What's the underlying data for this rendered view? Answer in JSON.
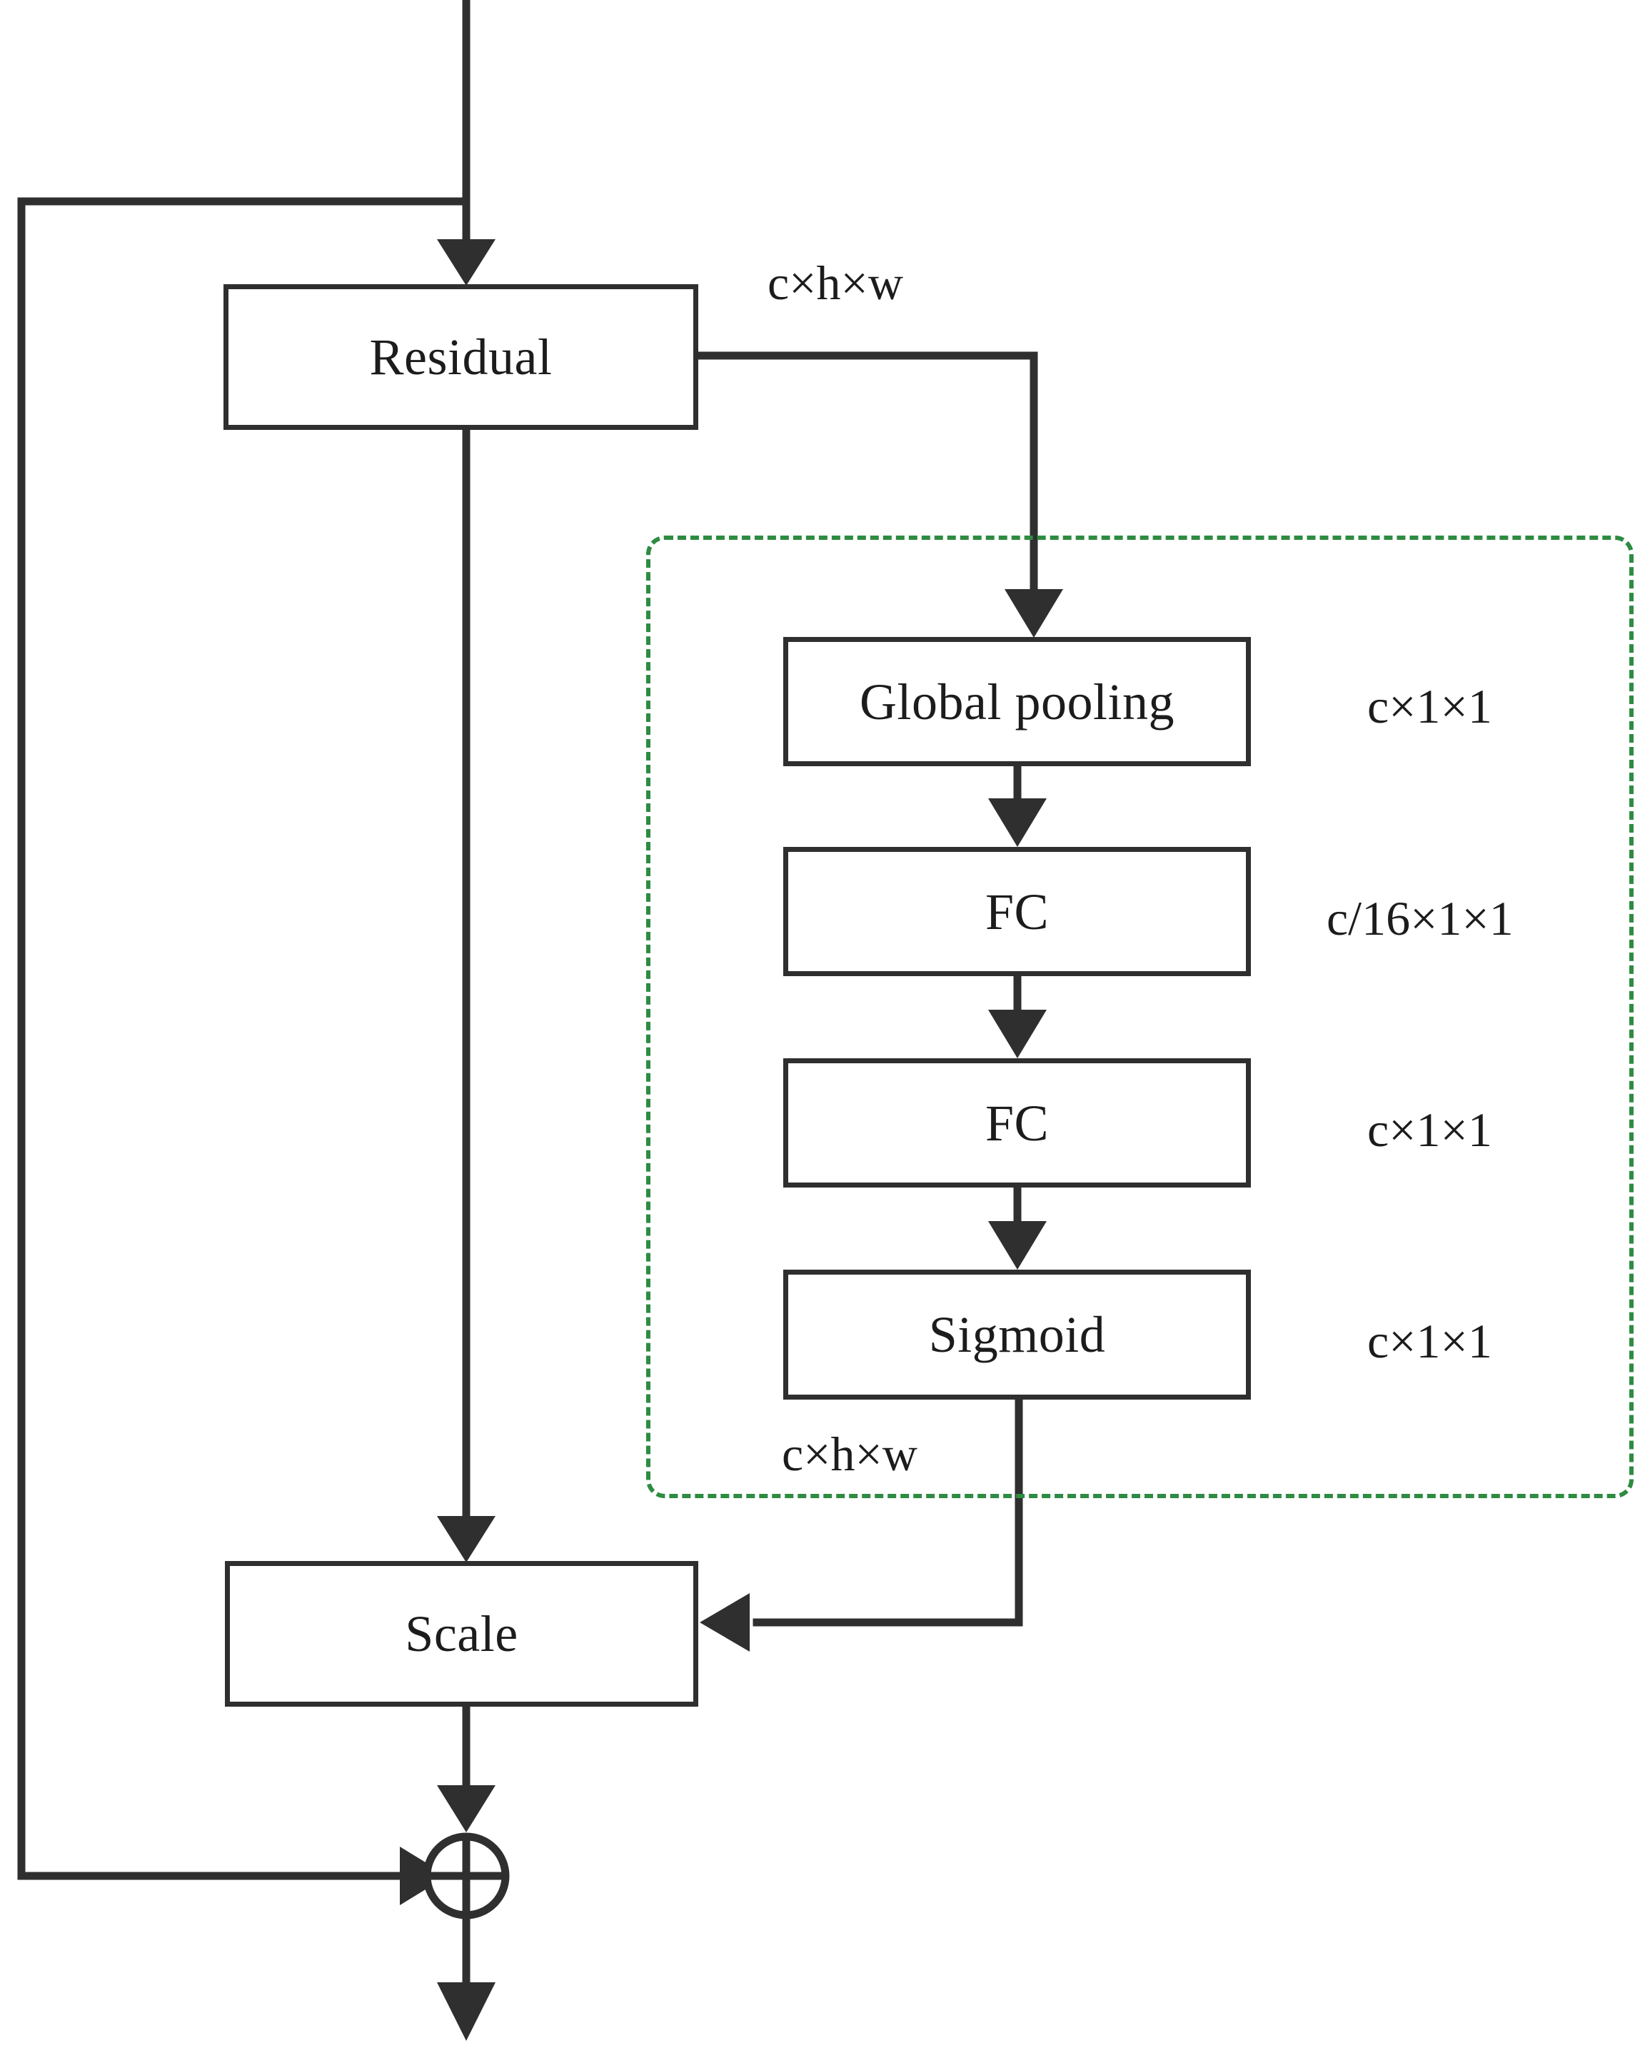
{
  "diagram": {
    "title": "Squeeze-and-Excitation residual block",
    "colors": {
      "line": "#2f2f2f",
      "box_border": "#2f2f2f",
      "box_fill": "#ffffff",
      "text": "#1c1c1c",
      "group_dash": "#2e8b42",
      "background": "#ffffff"
    },
    "nodes": [
      {
        "id": "residual",
        "label": "Residual"
      },
      {
        "id": "global-pooling",
        "label": "Global pooling"
      },
      {
        "id": "fc-1",
        "label": "FC"
      },
      {
        "id": "fc-2",
        "label": "FC"
      },
      {
        "id": "sigmoid",
        "label": "Sigmoid"
      },
      {
        "id": "scale",
        "label": "Scale"
      }
    ],
    "operators": [
      {
        "id": "sum",
        "symbol": "circled-plus",
        "name": "element-wise-sum"
      }
    ],
    "shape_labels": [
      {
        "id": "residual-output-shape",
        "text": "c×h×w"
      },
      {
        "id": "global-pooling-shape",
        "text": "c×1×1"
      },
      {
        "id": "fc1-shape",
        "text": "c/16×1×1"
      },
      {
        "id": "fc2-shape",
        "text": "c×1×1"
      },
      {
        "id": "sigmoid-shape",
        "text": "c×1×1"
      },
      {
        "id": "scale-input-shape",
        "text": "c×h×w"
      }
    ],
    "group": {
      "id": "se-block-group",
      "style": "dashed",
      "color": "#2e8b42"
    }
  }
}
